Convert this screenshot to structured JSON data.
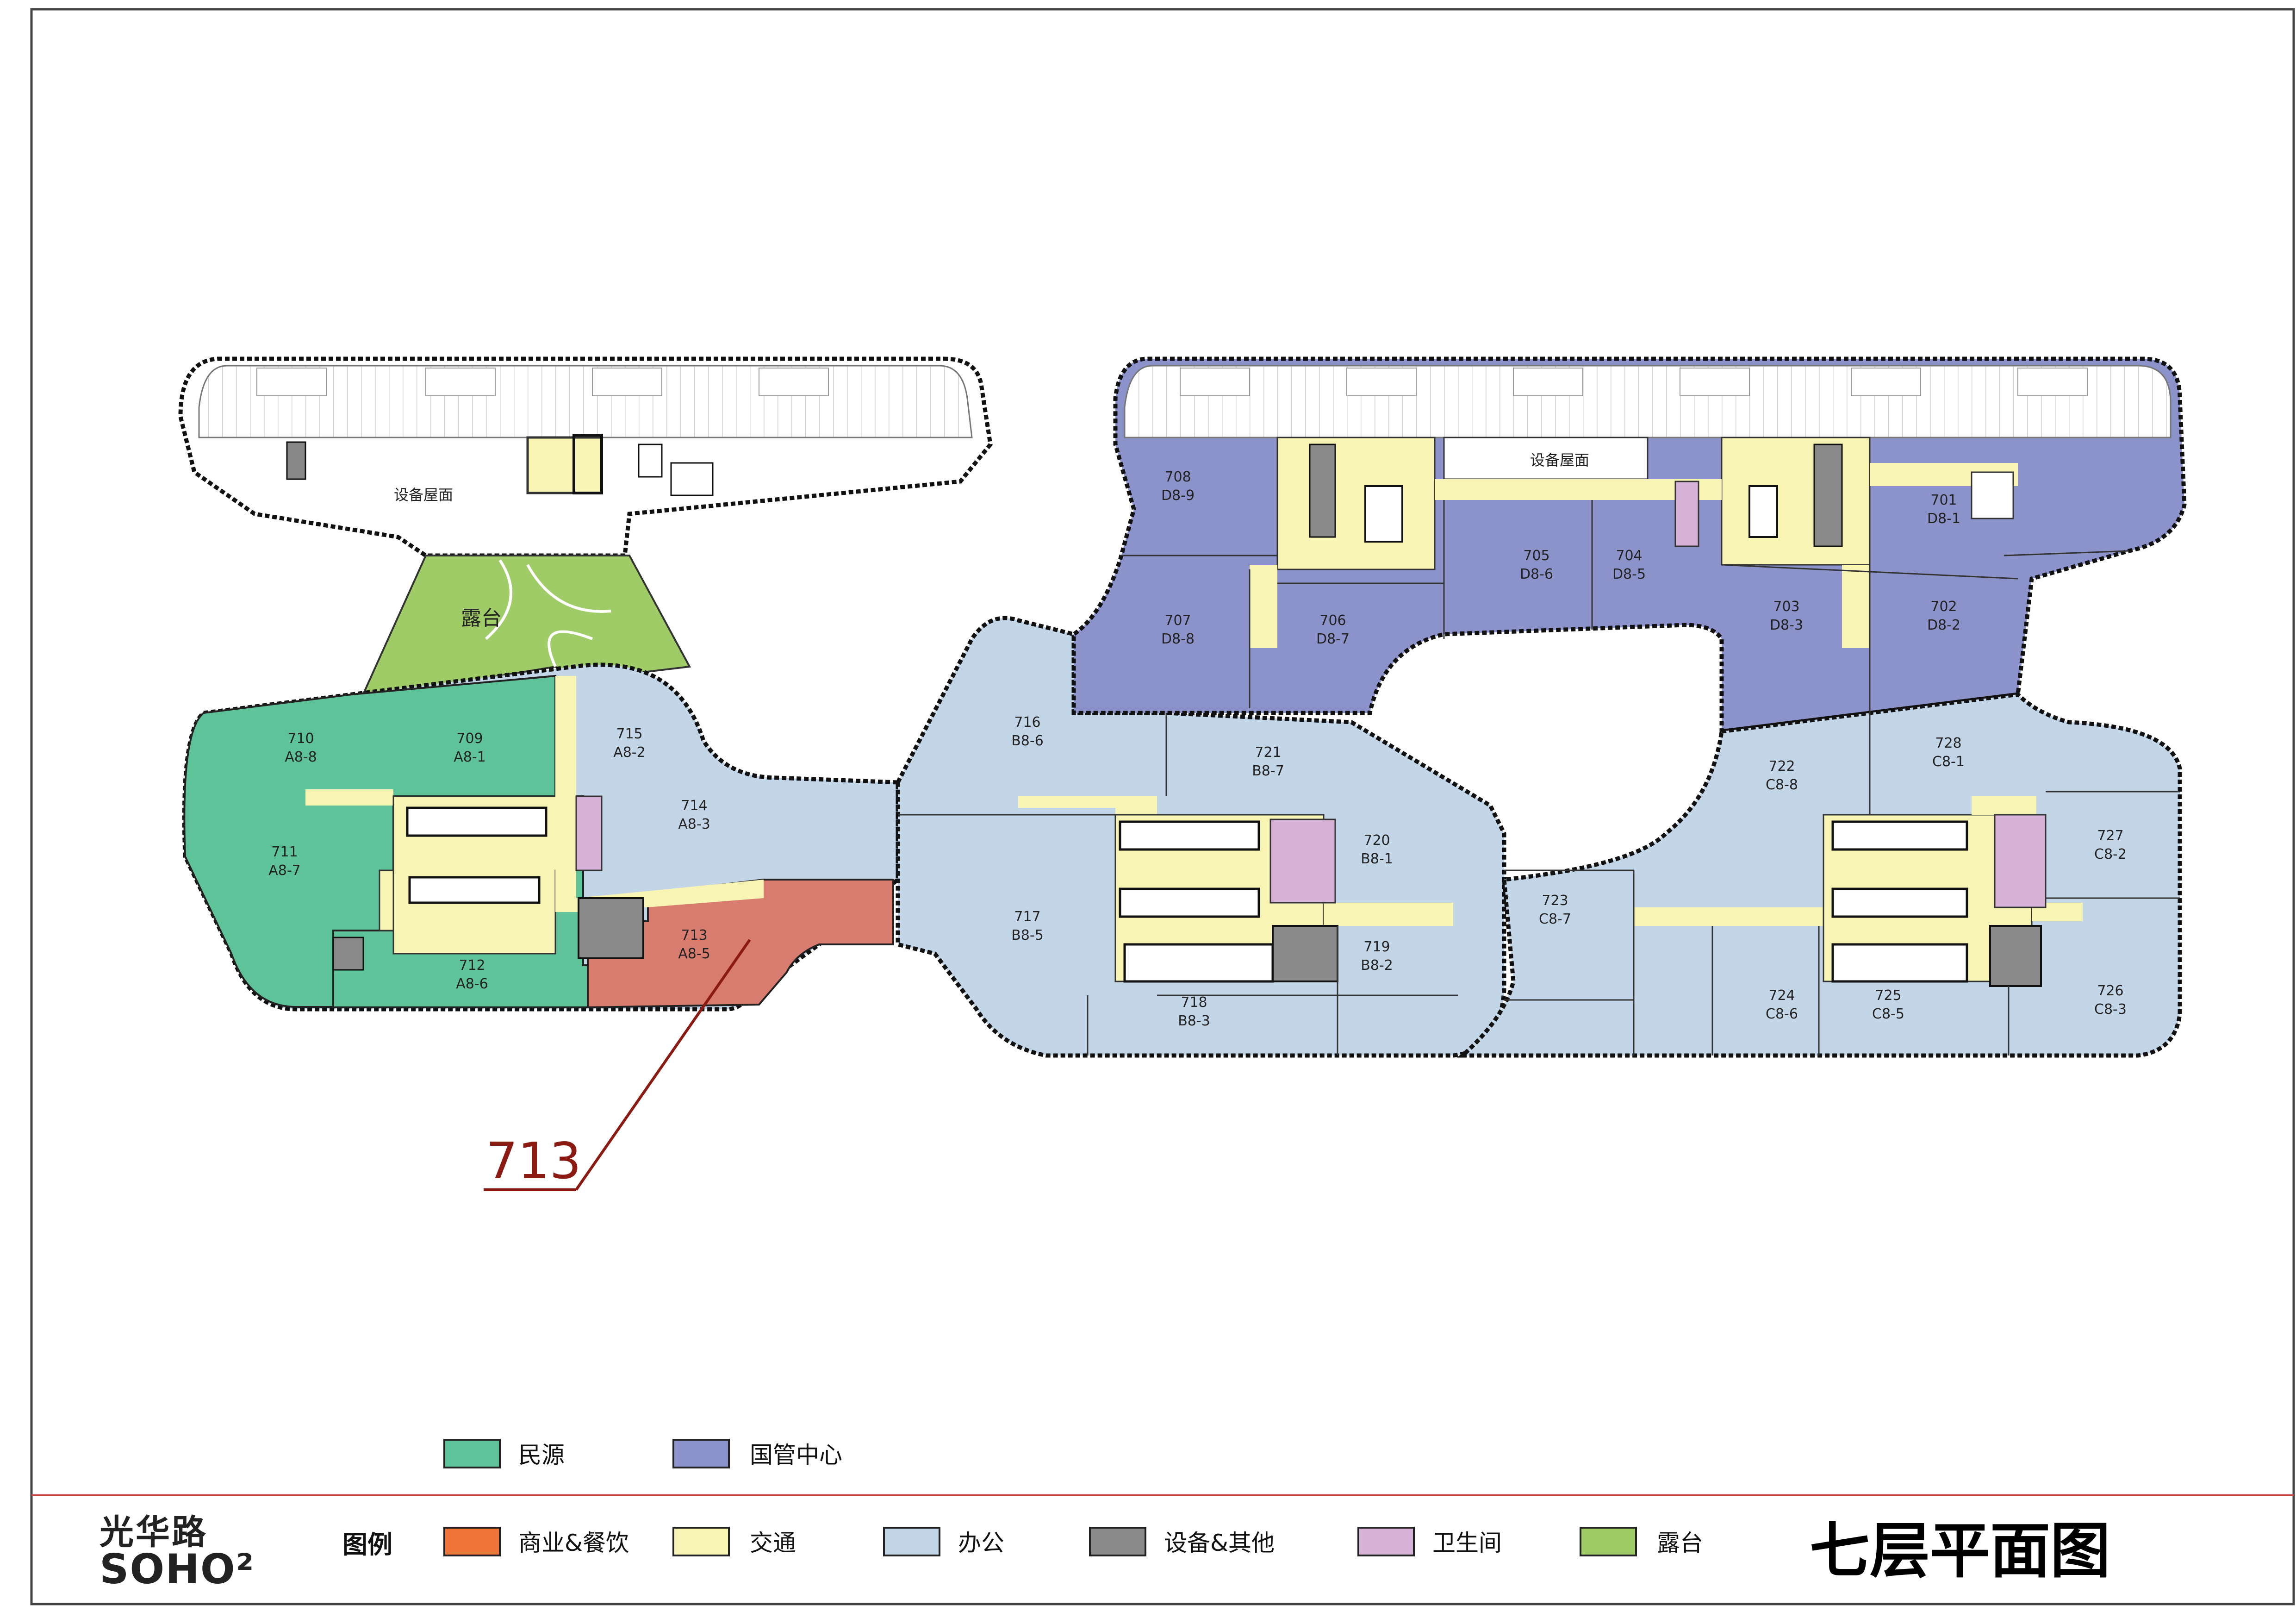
{
  "colors": {
    "minyuan": "#5fc39a",
    "guoguan": "#8c93cb",
    "commercial": "#d77c6e",
    "traffic": "#f8f4b4",
    "office": "#c3d6e7",
    "equipment": "#8a8a8a",
    "toilet": "#d6b2d6",
    "terrace": "#a0cc68",
    "callout": "#8b1a12",
    "frame_line": "#c84040"
  },
  "plan": {
    "equipment_roof_left": "设备屋面",
    "equipment_roof_right": "设备屋面",
    "terrace_label": "露台",
    "rooms": [
      {
        "num": "701",
        "code": "D8-1"
      },
      {
        "num": "702",
        "code": "D8-2"
      },
      {
        "num": "703",
        "code": "D8-3"
      },
      {
        "num": "704",
        "code": "D8-5"
      },
      {
        "num": "705",
        "code": "D8-6"
      },
      {
        "num": "706",
        "code": "D8-7"
      },
      {
        "num": "707",
        "code": "D8-8"
      },
      {
        "num": "708",
        "code": "D8-9"
      },
      {
        "num": "709",
        "code": "A8-1"
      },
      {
        "num": "710",
        "code": "A8-8"
      },
      {
        "num": "711",
        "code": "A8-7"
      },
      {
        "num": "712",
        "code": "A8-6"
      },
      {
        "num": "713",
        "code": "A8-5"
      },
      {
        "num": "714",
        "code": "A8-3"
      },
      {
        "num": "715",
        "code": "A8-2"
      },
      {
        "num": "716",
        "code": "B8-6"
      },
      {
        "num": "717",
        "code": "B8-5"
      },
      {
        "num": "718",
        "code": "B8-3"
      },
      {
        "num": "719",
        "code": "B8-2"
      },
      {
        "num": "720",
        "code": "B8-1"
      },
      {
        "num": "721",
        "code": "B8-7"
      },
      {
        "num": "722",
        "code": "C8-8"
      },
      {
        "num": "723",
        "code": "C8-7"
      },
      {
        "num": "724",
        "code": "C8-6"
      },
      {
        "num": "725",
        "code": "C8-5"
      },
      {
        "num": "726",
        "code": "C8-3"
      },
      {
        "num": "727",
        "code": "C8-2"
      },
      {
        "num": "728",
        "code": "C8-1"
      }
    ]
  },
  "callout": {
    "label": "713"
  },
  "tenant_legend": [
    {
      "label": "民源",
      "color": "#5fc39a"
    },
    {
      "label": "国管中心",
      "color": "#8c93cb"
    }
  ],
  "footer": {
    "logo_line1": "光华路",
    "logo_line2": "SOHO²",
    "legend_title": "图例",
    "legend_items": [
      {
        "label": "商业&餐饮",
        "color": "#f0743a"
      },
      {
        "label": "交通",
        "color": "#f8f4b4"
      },
      {
        "label": "办公",
        "color": "#c3d6e7"
      },
      {
        "label": "设备&其他",
        "color": "#8a8a8a"
      },
      {
        "label": "卫生间",
        "color": "#d6b2d6"
      },
      {
        "label": "露台",
        "color": "#a0cc68"
      }
    ],
    "title": "七层平面图"
  }
}
